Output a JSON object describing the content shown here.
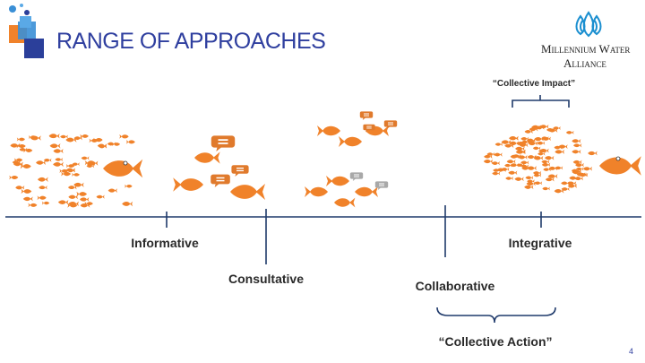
{
  "title": "RANGE OF APPROACHES",
  "logo": {
    "line1": "Millennium Water",
    "line2": "Alliance",
    "icon": "water-drop-icon",
    "color": "#1b8fd0"
  },
  "colors": {
    "title": "#2f3f9f",
    "fish": "#f0822a",
    "fish_dark": "#e0641a",
    "speech_orange": "#e07a2c",
    "speech_gray": "#a8a8a8",
    "axis": "#1f3a6b"
  },
  "axis_labels": {
    "informative": "Informative",
    "consultative": "Consultative",
    "collaborative": "Collaborative",
    "integrative": "Integrative"
  },
  "brackets": {
    "collective_impact": "“Collective Impact”",
    "collective_action": "“Collective Action”"
  },
  "page_number": "4"
}
